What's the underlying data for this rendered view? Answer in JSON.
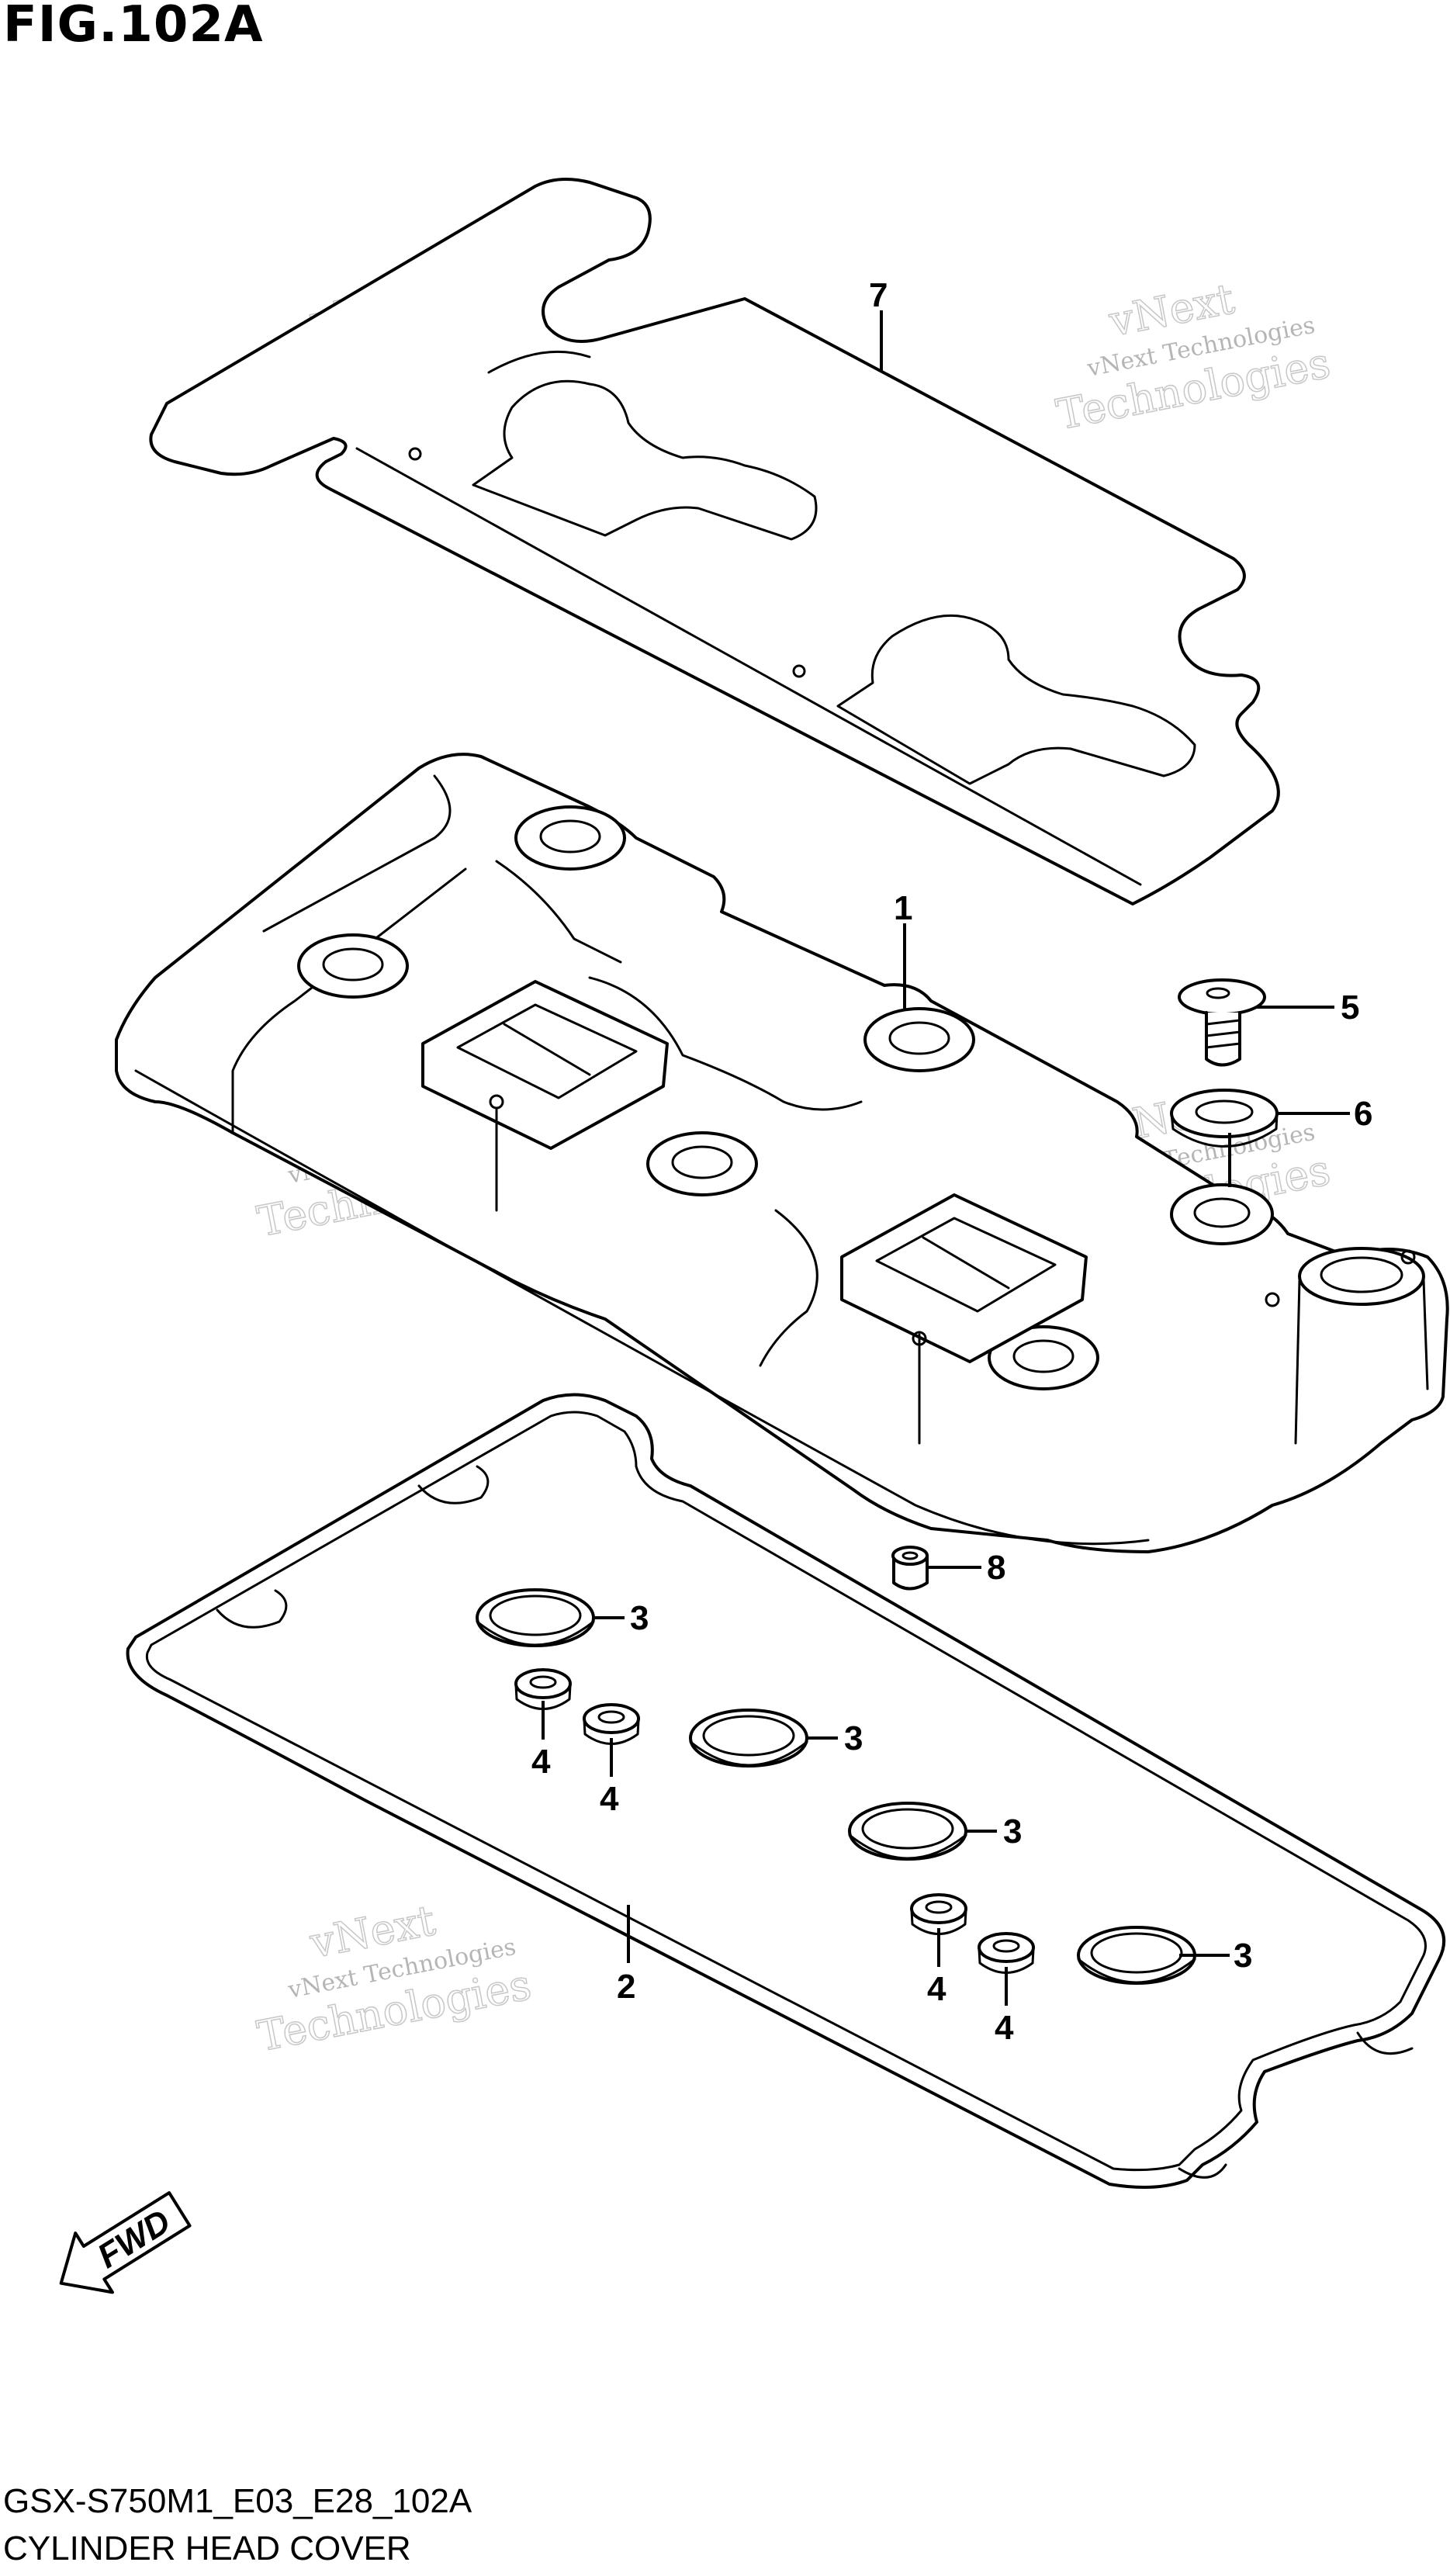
{
  "figure": {
    "title": "FIG.102A",
    "model_code": "GSX-S750M1_E03_E28_102A",
    "subtitle": "CYLINDER HEAD COVER"
  },
  "direction_arrow": {
    "label": "FWD",
    "icon": "fwd-arrow-icon"
  },
  "callouts": [
    {
      "number": "7",
      "part": "cover-insulator"
    },
    {
      "number": "1",
      "part": "cylinder-head-cover"
    },
    {
      "number": "5",
      "part": "bolt"
    },
    {
      "number": "6",
      "part": "washer"
    },
    {
      "number": "8",
      "part": "dowel-pin"
    },
    {
      "number": "3",
      "part": "plug-hole-gasket"
    },
    {
      "number": "3",
      "part": "plug-hole-gasket"
    },
    {
      "number": "3",
      "part": "plug-hole-gasket"
    },
    {
      "number": "3",
      "part": "plug-hole-gasket"
    },
    {
      "number": "4",
      "part": "bolt-seal"
    },
    {
      "number": "4",
      "part": "bolt-seal"
    },
    {
      "number": "4",
      "part": "bolt-seal"
    },
    {
      "number": "4",
      "part": "bolt-seal"
    },
    {
      "number": "2",
      "part": "cover-gasket"
    }
  ],
  "watermark": {
    "line1": "vNext",
    "line2": "vNext Technologies",
    "line3": "Technologies",
    "copies": 4
  }
}
